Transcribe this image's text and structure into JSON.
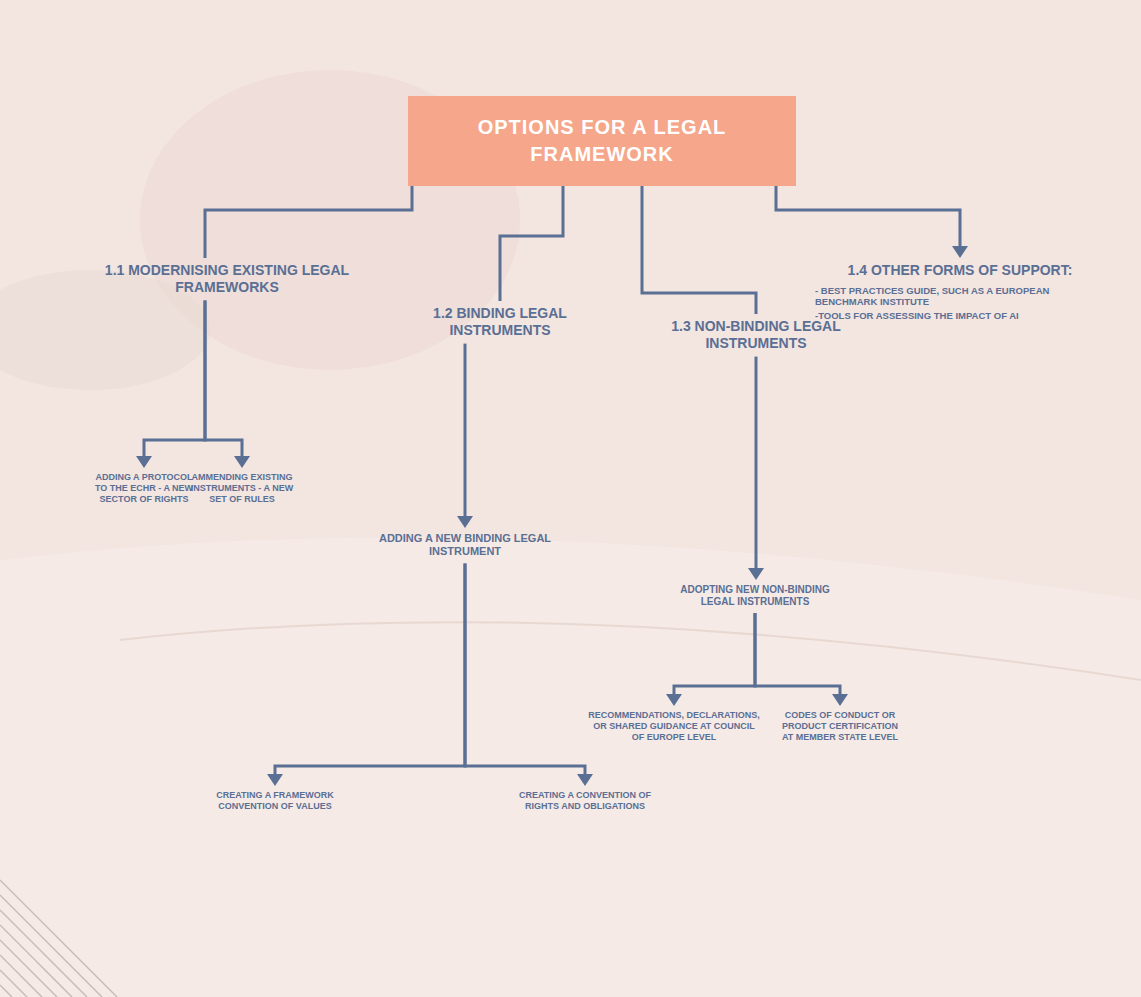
{
  "diagram": {
    "nodes": [
      {
        "text": [
          "OPTIONS FOR A LEGAL FRAMEWORK"
        ]
      },
      {
        "text": [
          "1.1 MODERNISING EXISTING LEGAL FRAMEWORKS"
        ]
      },
      {
        "text": [
          "1.2 BINDING LEGAL INSTRUMENTS"
        ]
      },
      {
        "text": [
          "1.3 NON-BINDING LEGAL INSTRUMENTS"
        ]
      },
      {
        "text": [
          "1.4 OTHER FORMS OF SUPPORT:",
          "- BEST PRACTICES GUIDE, SUCH AS A EUROPEAN BENCHMARK INSTITUTE",
          "-TOOLS FOR ASSESSING THE IMPACT OF AI"
        ]
      },
      {
        "text": [
          "ADDING A PROTOCOL TO THE ECHR - A NEW SECTOR OF RIGHTS"
        ]
      },
      {
        "text": [
          "AMMENDING EXISTING INSTRUMENTS - A NEW SET OF RULES"
        ]
      },
      {
        "text": [
          "ADDING A NEW BINDING LEGAL INSTRUMENT"
        ]
      },
      {
        "text": [
          "ADOPTING NEW NON-BINDING LEGAL INSTRUMENTS"
        ]
      },
      {
        "text": [
          "RECOMMENDATIONS, DECLARATIONS, OR SHARED GUIDANCE AT COUNCIL OF EUROPE LEVEL"
        ]
      },
      {
        "text": [
          "CODES OF CONDUCT OR PRODUCT CERTIFICATION AT MEMBER STATE LEVEL"
        ]
      },
      {
        "text": [
          "CREATING A FRAMEWORK CONVENTION OF VALUES"
        ]
      },
      {
        "text": [
          "CREATING A CONVENTION OF RIGHTS AND OBLIGATIONS"
        ]
      }
    ],
    "edges": [
      {
        "from": 0,
        "to": 1,
        "arrow": "none"
      },
      {
        "from": 0,
        "to": 2,
        "arrow": "none"
      },
      {
        "from": 0,
        "to": 3,
        "arrow": "none"
      },
      {
        "from": 0,
        "to": 4,
        "arrow": "to"
      },
      {
        "from": 1,
        "to": 5,
        "arrow": "to"
      },
      {
        "from": 1,
        "to": 6,
        "arrow": "to"
      },
      {
        "from": 2,
        "to": 7,
        "arrow": "to"
      },
      {
        "from": 3,
        "to": 8,
        "arrow": "to"
      },
      {
        "from": 8,
        "to": 9,
        "arrow": "to"
      },
      {
        "from": 8,
        "to": 10,
        "arrow": "to"
      },
      {
        "from": 7,
        "to": 11,
        "arrow": "to"
      },
      {
        "from": 7,
        "to": 12,
        "arrow": "to"
      }
    ]
  }
}
